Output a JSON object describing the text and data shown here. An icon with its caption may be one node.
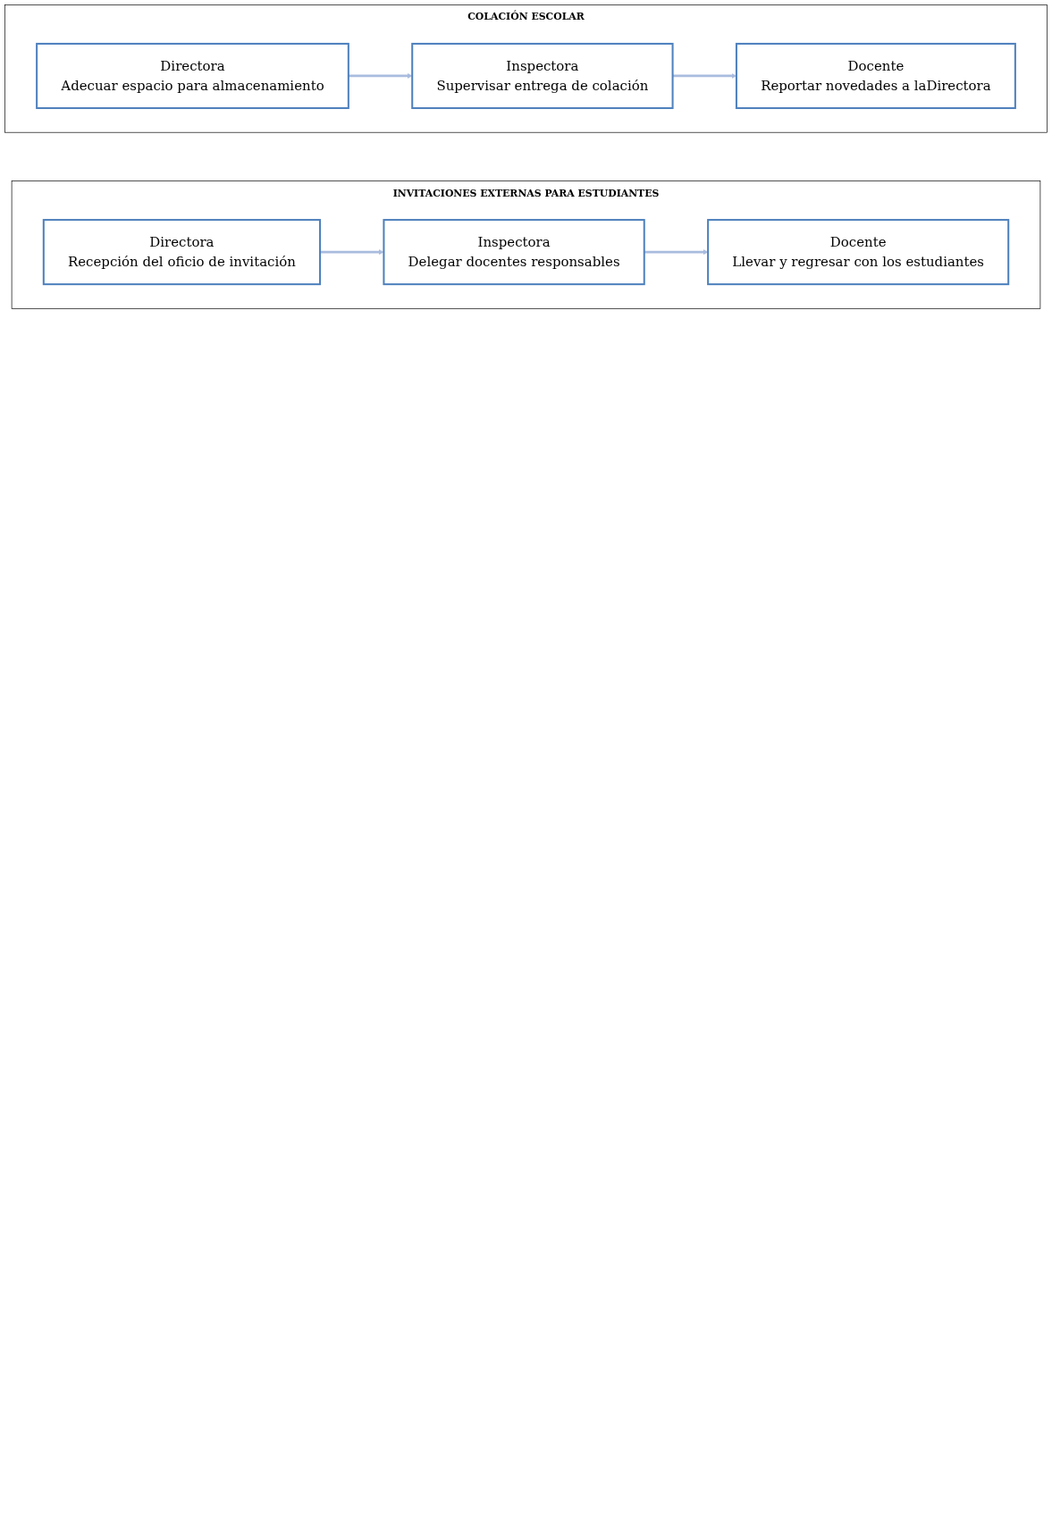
{
  "diagram": {
    "nodes": [
      {
        "text": [
          "COLACIÓN ESCOLAR"
        ]
      },
      {
        "text": [
          "Directora",
          "Adecuar espacio para almacenamiento"
        ],
        "in": 0
      },
      {
        "text": [
          "Inspectora",
          "Supervisar entrega de colación"
        ],
        "in": 0
      },
      {
        "text": [
          "Docente",
          "Reportar novedades a laDirectora"
        ],
        "in": 0
      },
      {
        "text": [
          "INVITACIONES EXTERNAS PARA ESTUDIANTES"
        ]
      },
      {
        "text": [
          "Directora",
          "Recepción del oficio de invitación"
        ],
        "in": 4
      },
      {
        "text": [
          "Inspectora",
          "Delegar docentes responsables"
        ],
        "in": 4
      },
      {
        "text": [
          "Docente",
          "Llevar y regresar con los estudiantes"
        ],
        "in": 4
      }
    ],
    "edges": [
      {
        "from": 1,
        "to": 2,
        "arrow": "to"
      },
      {
        "from": 2,
        "to": 3,
        "arrow": "to"
      },
      {
        "from": 5,
        "to": 6,
        "arrow": "to"
      },
      {
        "from": 6,
        "to": 7,
        "arrow": "to"
      }
    ]
  }
}
